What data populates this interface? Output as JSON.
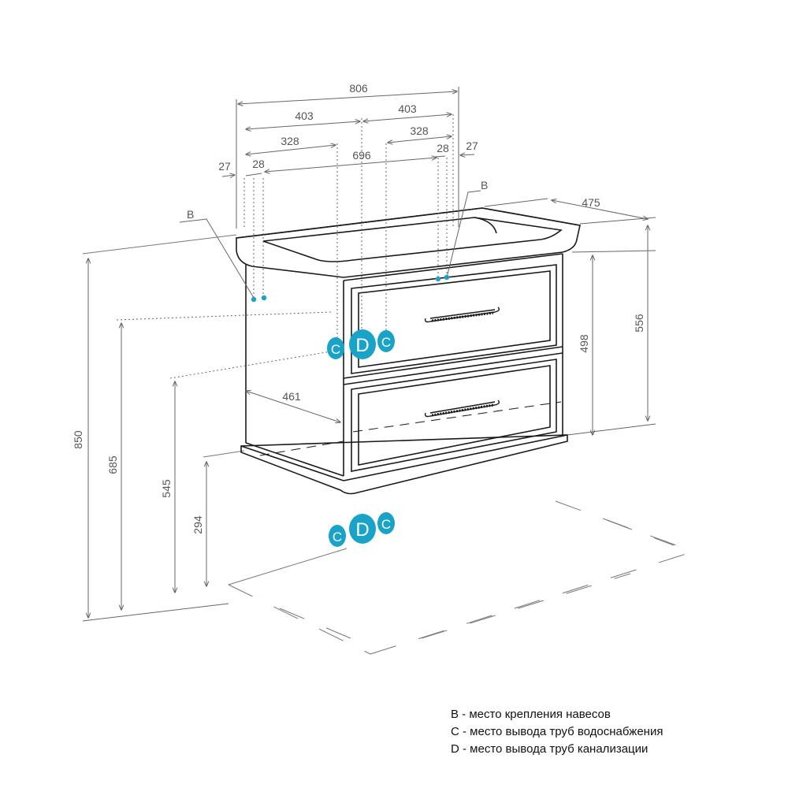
{
  "dimensions": {
    "w806": "806",
    "w403_left": "403",
    "w403_right": "403",
    "w328_left": "328",
    "w328_right": "328",
    "w696": "696",
    "w27_left": "27",
    "w28_left": "28",
    "w28_right": "28",
    "w27_right": "27",
    "d475": "475",
    "d461": "461",
    "h850": "850",
    "h685": "685",
    "h545": "545",
    "h294": "294",
    "h556": "556",
    "h498": "498"
  },
  "markers": {
    "b_left": "B",
    "b_right": "B",
    "c": "C",
    "d": "D"
  },
  "legend": [
    "B - место крепления навесов",
    "C - место вывода труб водоснабжения",
    "D - место вывода труб канализации"
  ],
  "colors": {
    "line": "#1a1a1a",
    "dim_line": "#777777",
    "accent_cyan": "#1aa3c8"
  }
}
